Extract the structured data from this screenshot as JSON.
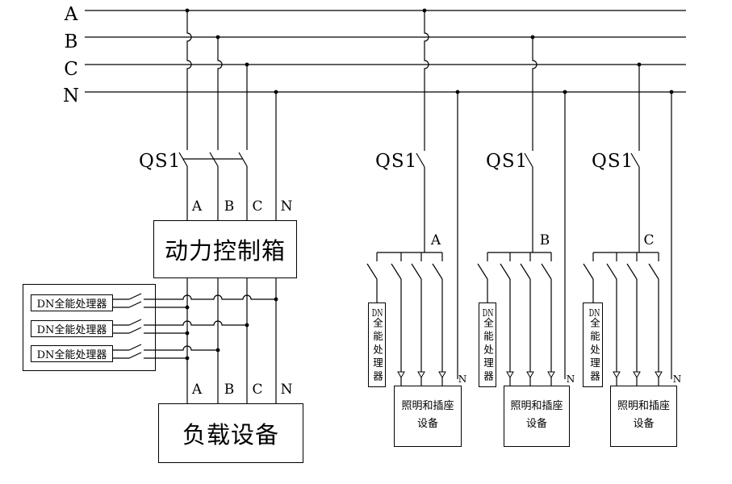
{
  "bus_labels": [
    "A",
    "B",
    "C",
    "N"
  ],
  "power_section": {
    "switch_label": "QS1",
    "phase_labels_top": [
      "A",
      "B",
      "C",
      "N"
    ],
    "control_box_label": "动力控制箱",
    "processors": [
      "DN全能处理器",
      "DN全能处理器",
      "DN全能处理器"
    ],
    "phase_labels_bottom": [
      "A",
      "B",
      "C",
      "N"
    ],
    "load_box_label": "负载设备"
  },
  "lighting_branches": [
    {
      "switch_label": "QS1",
      "phase_label": "A",
      "processor_label": "DN全能处理器",
      "load_box_line1": "照明和插座",
      "load_box_line2": "设备",
      "neutral_label": "N"
    },
    {
      "switch_label": "QS1",
      "phase_label": "B",
      "processor_label": "DN全能处理器",
      "load_box_line1": "照明和插座",
      "load_box_line2": "设备",
      "neutral_label": "N"
    },
    {
      "switch_label": "QS1",
      "phase_label": "C",
      "processor_label": "DN全能处理器",
      "load_box_line1": "照明和插座",
      "load_box_line2": "设备",
      "neutral_label": "N"
    }
  ]
}
